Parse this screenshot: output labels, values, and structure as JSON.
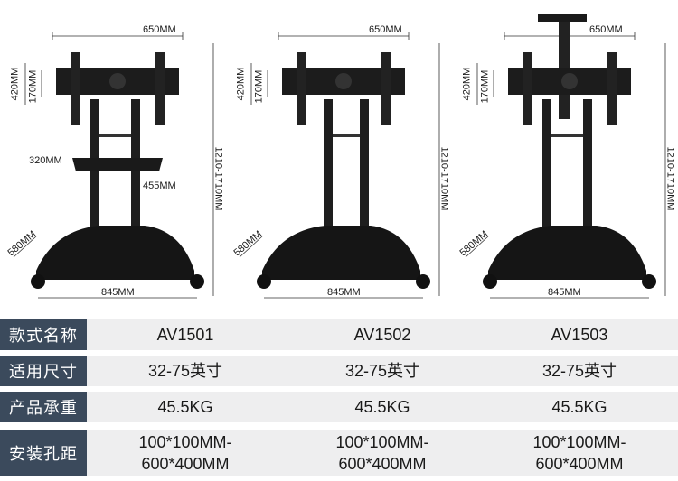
{
  "dimensions": {
    "width": "650MM",
    "height": "420MM",
    "vesa_vertical": "170MM",
    "shelf_width": "320MM",
    "shelf_depth": "455MM",
    "total_height": "1210-1710MM",
    "base_depth": "580MM",
    "base_width": "845MM"
  },
  "specs": {
    "rows": [
      {
        "label": "款式名称",
        "values": [
          "AV1501",
          "AV1502",
          "AV1503"
        ]
      },
      {
        "label": "适用尺寸",
        "values": [
          "32-75英寸",
          "32-75英寸",
          "32-75英寸"
        ]
      },
      {
        "label": "产品承重",
        "values": [
          "45.5KG",
          "45.5KG",
          "45.5KG"
        ]
      },
      {
        "label": "安装孔距",
        "values": [
          "100*100MM-\n600*400MM",
          "100*100MM-\n600*400MM",
          "100*100MM-\n600*400MM"
        ]
      }
    ]
  },
  "colors": {
    "label_bg": "#3b4a5c",
    "cell_bg": "#eeeeef"
  }
}
